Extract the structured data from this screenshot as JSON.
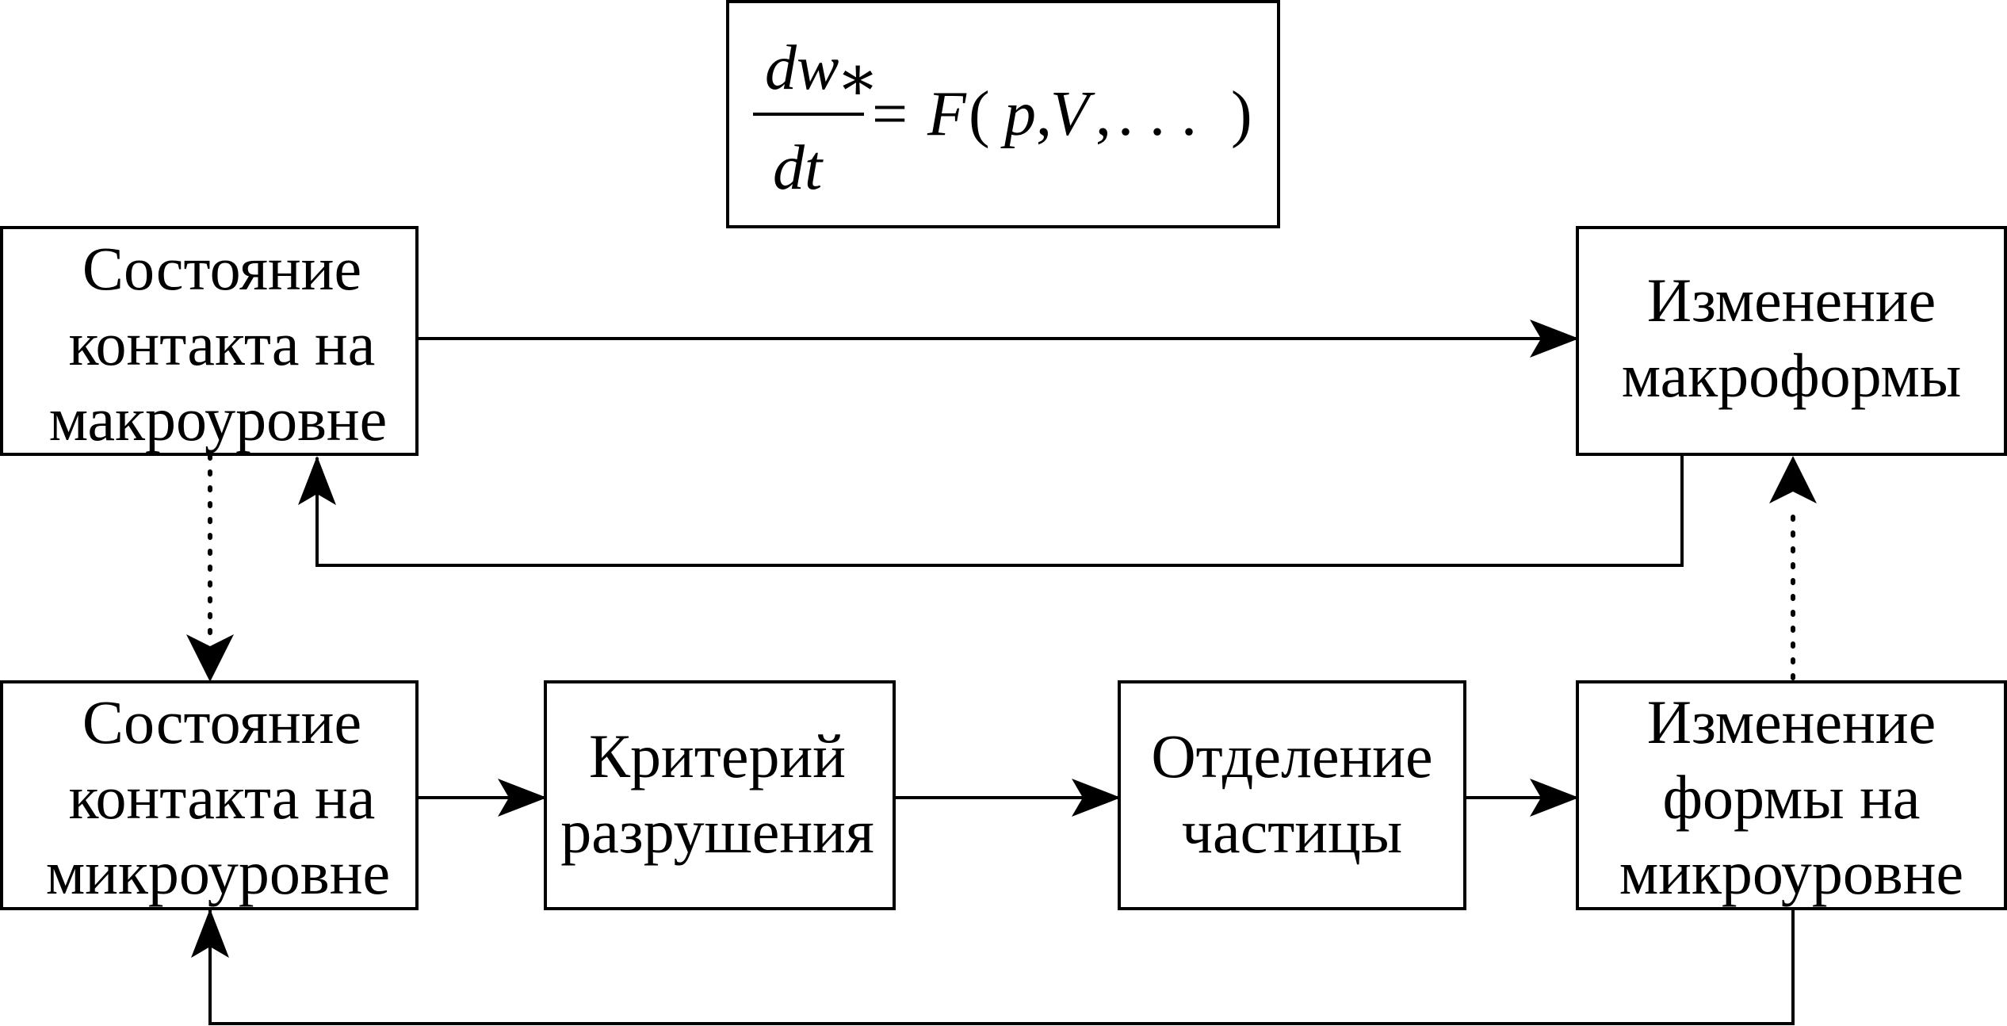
{
  "formula": {
    "numerator": "dw",
    "subscript": "∗",
    "denominator": "dt",
    "equals": "=",
    "func": "F",
    "open_paren": "(",
    "arg_p": "p",
    "comma1": ",",
    "arg_v": "V",
    "comma2": ",",
    "dots": ". . .",
    "close_paren": ")"
  },
  "nodes": {
    "macro_contact": {
      "lines": [
        "Состояние",
        "контакта на",
        "макроуровне"
      ]
    },
    "macro_change": {
      "lines": [
        "Изменение",
        "макроформы"
      ]
    },
    "micro_contact": {
      "lines": [
        "Состояние",
        "контакта на",
        "микроуровне"
      ]
    },
    "fracture_criterion": {
      "lines": [
        "Критерий",
        "разрушения"
      ]
    },
    "particle_separation": {
      "lines": [
        "Отделение",
        "частицы"
      ]
    },
    "micro_change": {
      "lines": [
        "Изменение",
        "формы на",
        "микроуровне"
      ]
    }
  }
}
